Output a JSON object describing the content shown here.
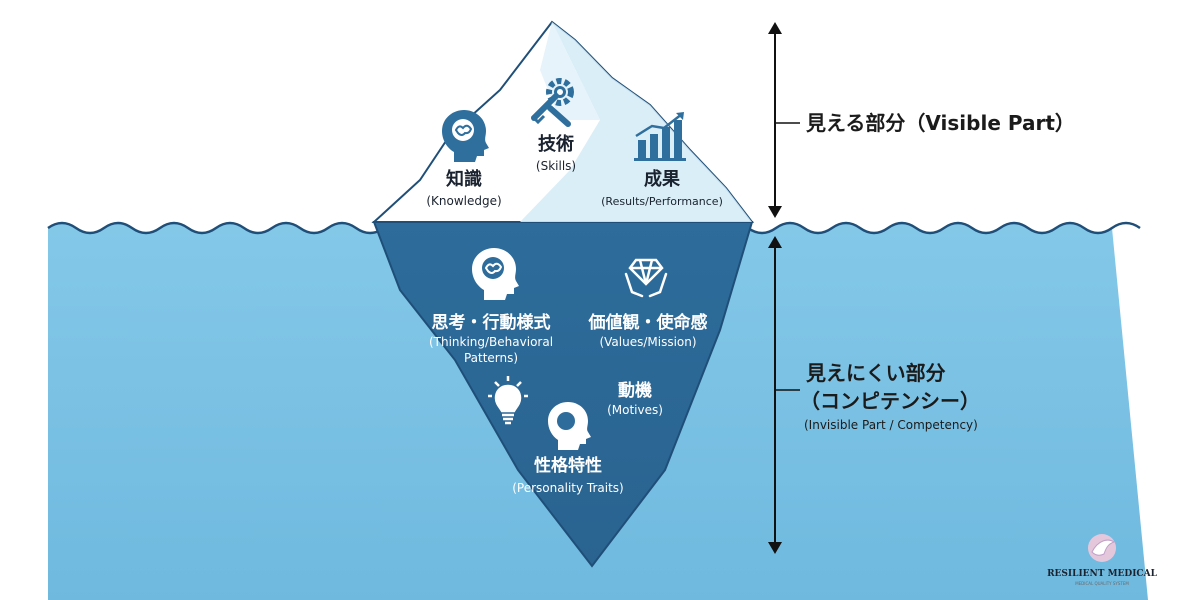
{
  "visible": {
    "title": "見える部分（Visible Part）",
    "items": [
      {
        "jp": "知識",
        "en": "(Knowledge)"
      },
      {
        "jp": "技術",
        "en": "(Skills)"
      },
      {
        "jp": "成果",
        "en": "(Results/Performance)"
      }
    ]
  },
  "invisible": {
    "title_line1": "見えにくい部分",
    "title_line2": "（コンピテンシー）",
    "subtitle": "(Invisible Part / Competency)",
    "items": [
      {
        "jp": "思考・行動様式",
        "en_line1": "(Thinking/Behavioral",
        "en_line2": "Patterns)"
      },
      {
        "jp": "価値観・使命感",
        "en": "(Values/Mission)"
      },
      {
        "jp": "動機",
        "en": "(Motives)"
      },
      {
        "jp": "性格特性",
        "en": "(Personality Traits)"
      }
    ]
  },
  "logo": {
    "name": "RESILIENT MEDICAL",
    "tagline": "MEDICAL QUALITY SYSTEM"
  },
  "colors": {
    "water": "#7fc4e6",
    "iceberg_under": "#2f6f9e",
    "iceberg_top": "#ffffff",
    "iceberg_shade": "#d6ecf7",
    "outline": "#1f4f78",
    "arrow": "#111111"
  },
  "icons": [
    "head-brain-icon",
    "gears-icon",
    "growth-chart-icon",
    "brain-head-icon",
    "diamond-hands-icon",
    "lightbulb-icon",
    "head-silhouette-icon",
    "dove-logo-icon"
  ]
}
